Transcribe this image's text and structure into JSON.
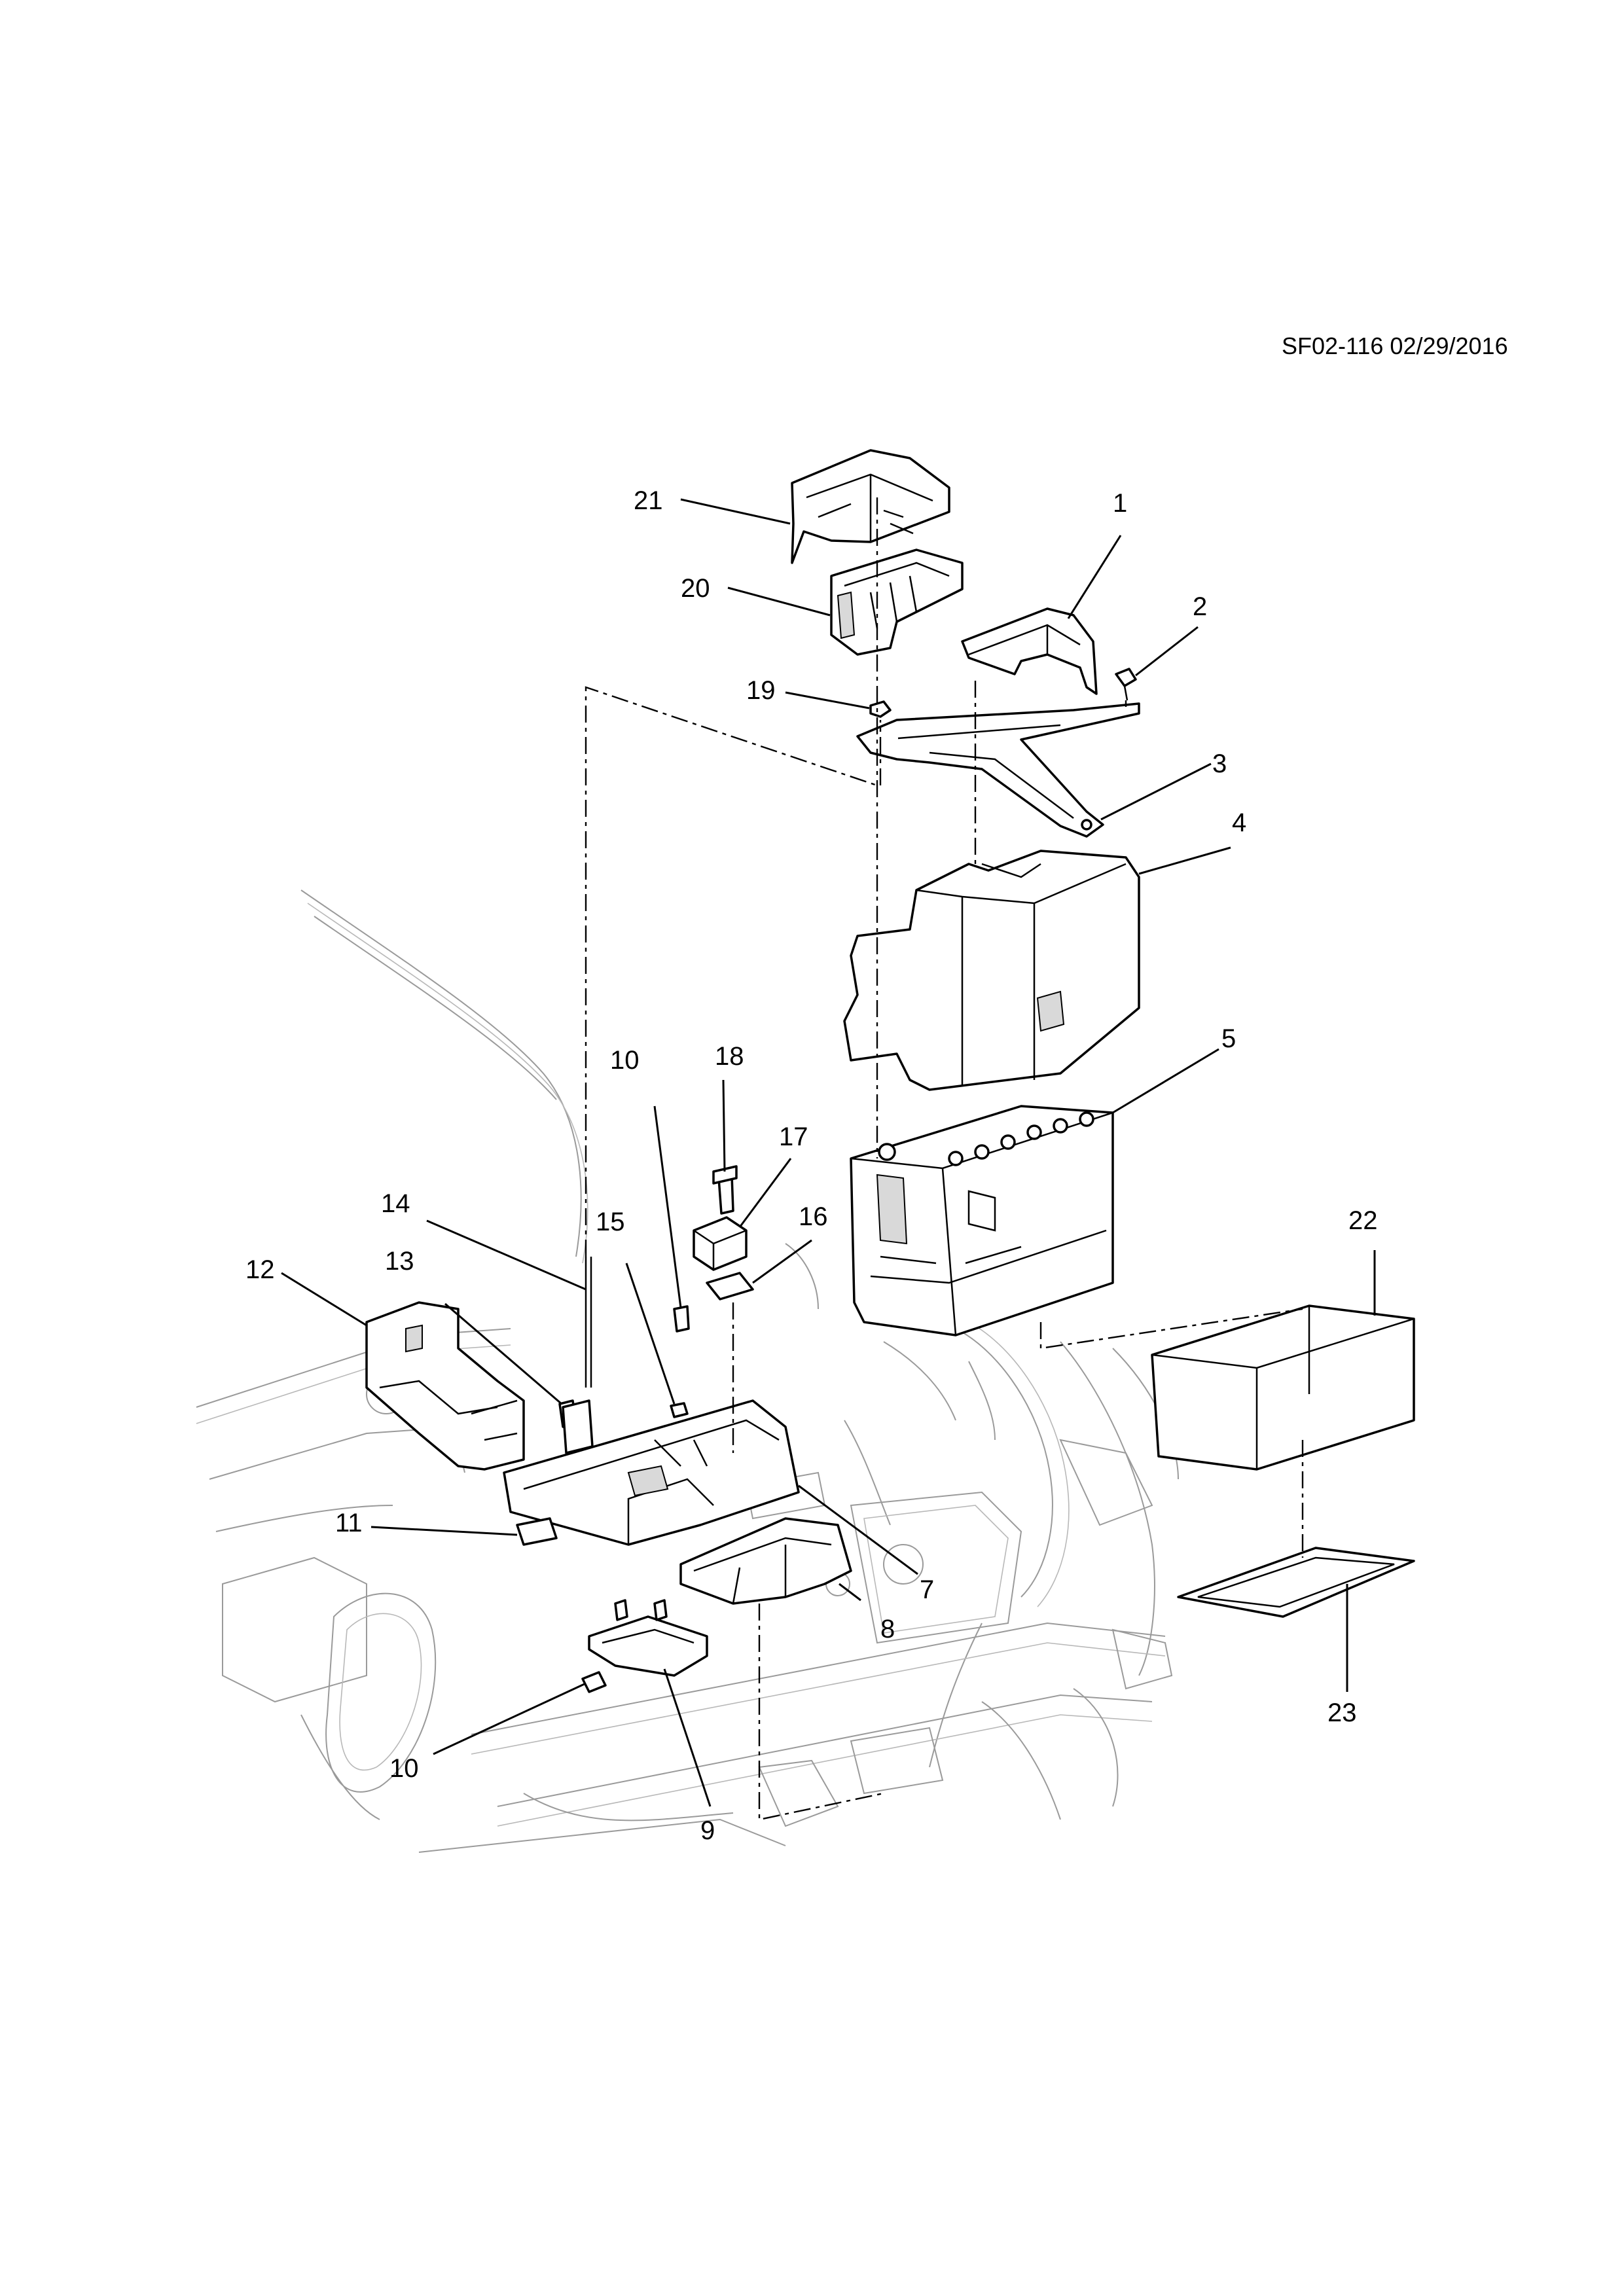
{
  "reference_code": "SF02-116 02/29/2016",
  "callouts": {
    "c1": "1",
    "c2": "2",
    "c3": "3",
    "c4": "4",
    "c5": "5",
    "c7": "7",
    "c8": "8",
    "c9": "9",
    "c10a": "10",
    "c10b": "10",
    "c11": "11",
    "c12": "12",
    "c13": "13",
    "c14": "14",
    "c15": "15",
    "c16": "16",
    "c17": "17",
    "c18": "18",
    "c19": "19",
    "c20": "20",
    "c21": "21",
    "c22": "22",
    "c23": "23"
  }
}
